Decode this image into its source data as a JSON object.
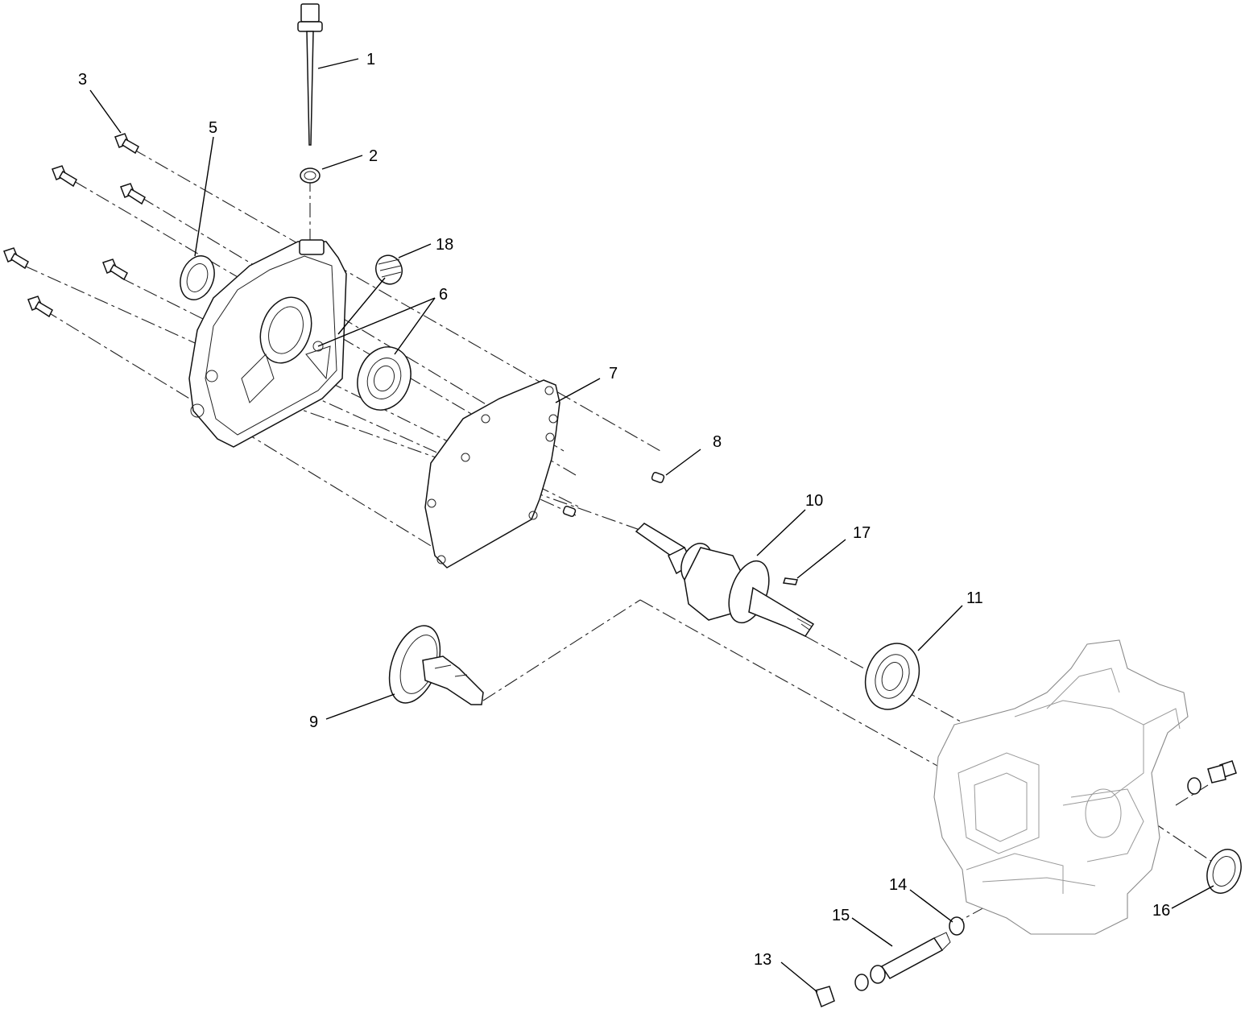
{
  "diagram": {
    "callouts": [
      {
        "id": "1",
        "label": "1"
      },
      {
        "id": "2",
        "label": "2"
      },
      {
        "id": "3",
        "label": "3"
      },
      {
        "id": "5",
        "label": "5"
      },
      {
        "id": "6",
        "label": "6"
      },
      {
        "id": "7",
        "label": "7"
      },
      {
        "id": "8",
        "label": "8"
      },
      {
        "id": "9",
        "label": "9"
      },
      {
        "id": "10",
        "label": "10"
      },
      {
        "id": "11",
        "label": "11"
      },
      {
        "id": "13",
        "label": "13"
      },
      {
        "id": "14",
        "label": "14"
      },
      {
        "id": "15",
        "label": "15"
      },
      {
        "id": "16",
        "label": "16"
      },
      {
        "id": "17",
        "label": "17"
      },
      {
        "id": "18",
        "label": "18"
      }
    ]
  }
}
